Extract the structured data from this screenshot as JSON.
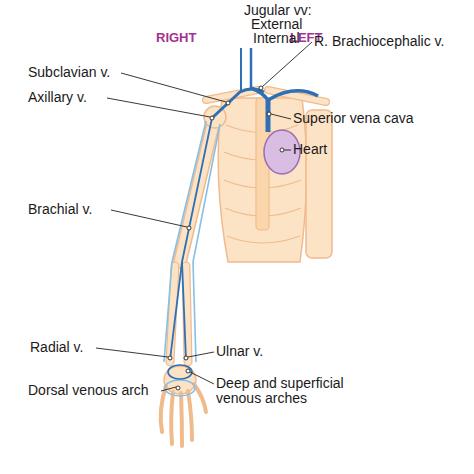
{
  "diagram": {
    "labels": [
      "RIGHT",
      "LEFT",
      "Jugular vv:",
      "External",
      "Internal",
      "R. Brachiocephalic v.",
      "Subclavian v.",
      "Axillary v.",
      "Superior vena cava",
      "Heart",
      "Brachial v.",
      "Radial v.",
      "Ulnar v.",
      "Dorsal venous arch",
      "Deep and superficial venous arches"
    ]
  }
}
